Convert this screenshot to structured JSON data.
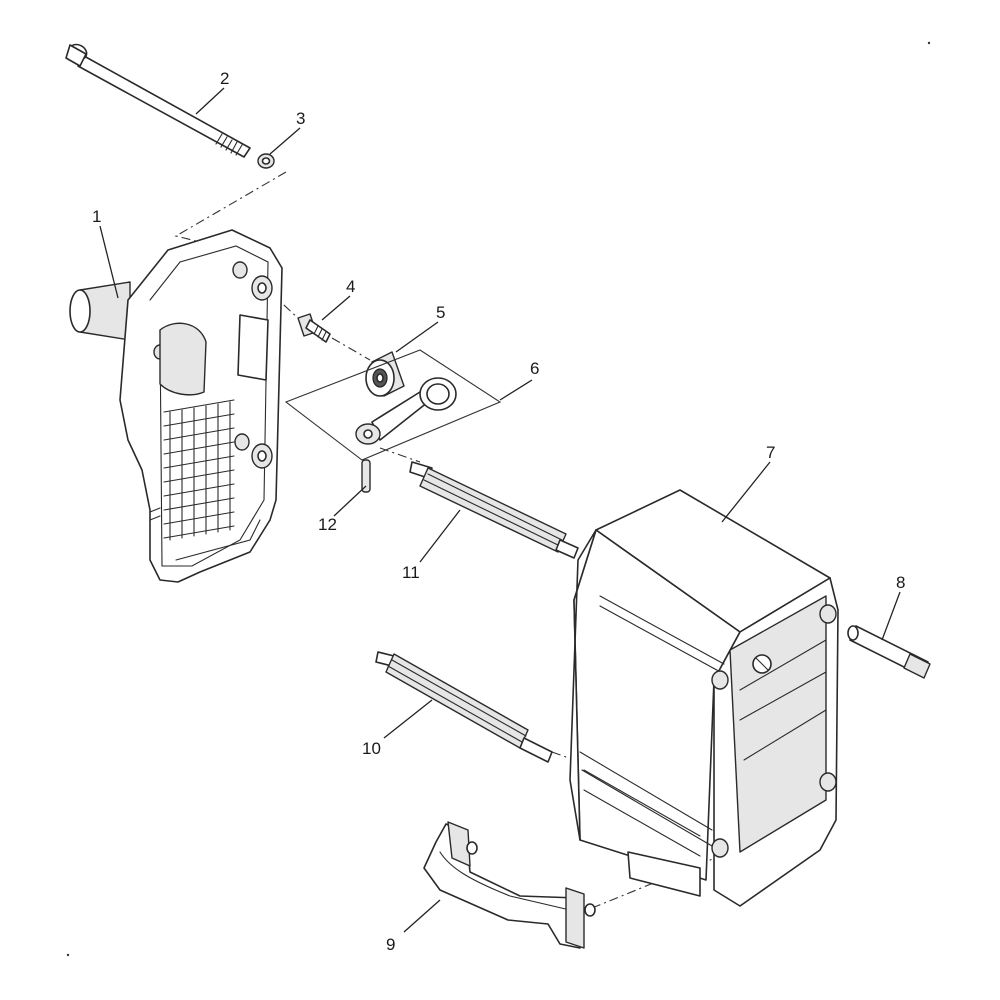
{
  "callouts": [
    {
      "id": "1",
      "label": "1"
    },
    {
      "id": "2",
      "label": "2"
    },
    {
      "id": "3",
      "label": "3"
    },
    {
      "id": "4",
      "label": "4"
    },
    {
      "id": "5",
      "label": "5"
    },
    {
      "id": "6",
      "label": "6"
    },
    {
      "id": "7",
      "label": "7"
    },
    {
      "id": "8",
      "label": "8"
    },
    {
      "id": "9",
      "label": "9"
    },
    {
      "id": "10",
      "label": "10"
    },
    {
      "id": "11",
      "label": "11"
    },
    {
      "id": "12",
      "label": "12"
    }
  ],
  "colors": {
    "background": "#ffffff",
    "line": "#2a2a2a",
    "shade": "#e6e6e6"
  }
}
